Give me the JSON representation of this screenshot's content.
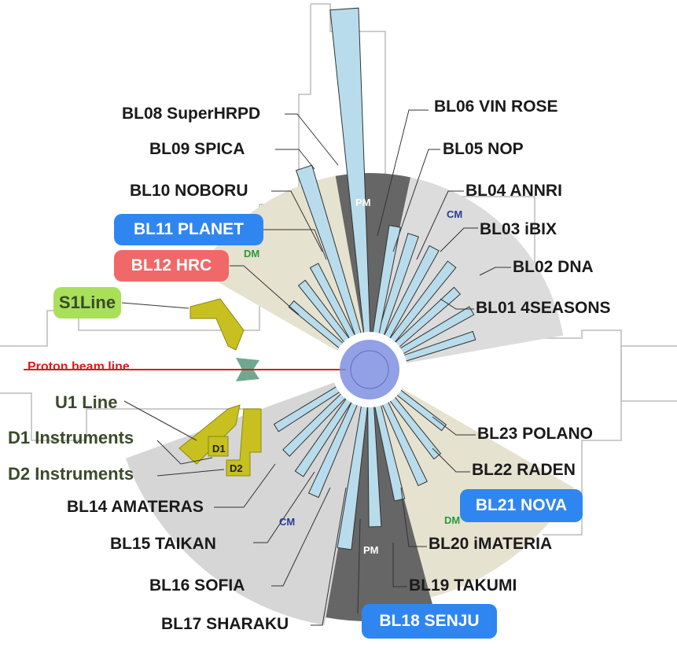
{
  "beamlines_upper": {
    "bl01": "BL01 4SEASONS",
    "bl02": "BL02 DNA",
    "bl03": "BL03 iBIX",
    "bl04": "BL04 ANNRI",
    "bl05": "BL05 NOP",
    "bl06": "BL06 VIN ROSE",
    "bl08": "BL08 SuperHRPD",
    "bl09": "BL09 SPICA",
    "bl10": "BL10 NOBORU",
    "bl11": "BL11 PLANET",
    "bl12": "BL12 HRC"
  },
  "beamlines_lower": {
    "bl14": "BL14 AMATERAS",
    "bl15": "BL15 TAIKAN",
    "bl16": "BL16 SOFIA",
    "bl17": "BL17 SHARAKU",
    "bl18": "BL18 SENJU",
    "bl19": "BL19 TAKUMI",
    "bl20": "BL20 iMATERIA",
    "bl21": "BL21 NOVA",
    "bl22": "BL22 RADEN",
    "bl23": "BL23 POLANO"
  },
  "lines": {
    "s1": "S1Line",
    "u1": "U1 Line",
    "d1": "D1 Instruments",
    "d2": "D2 Instruments",
    "proton": "Proton beam line",
    "d1_tag": "D1",
    "d2_tag": "D2"
  },
  "sectors": {
    "pm": "PM",
    "cm": "CM",
    "dm": "DM"
  },
  "colors": {
    "blue_highlight": "#2f86f0",
    "red_highlight": "#f06868",
    "green_highlight": "#a8e05a",
    "beamline": "#b8dceb",
    "target": "#7f8fe0",
    "olive": "#c8c020"
  }
}
